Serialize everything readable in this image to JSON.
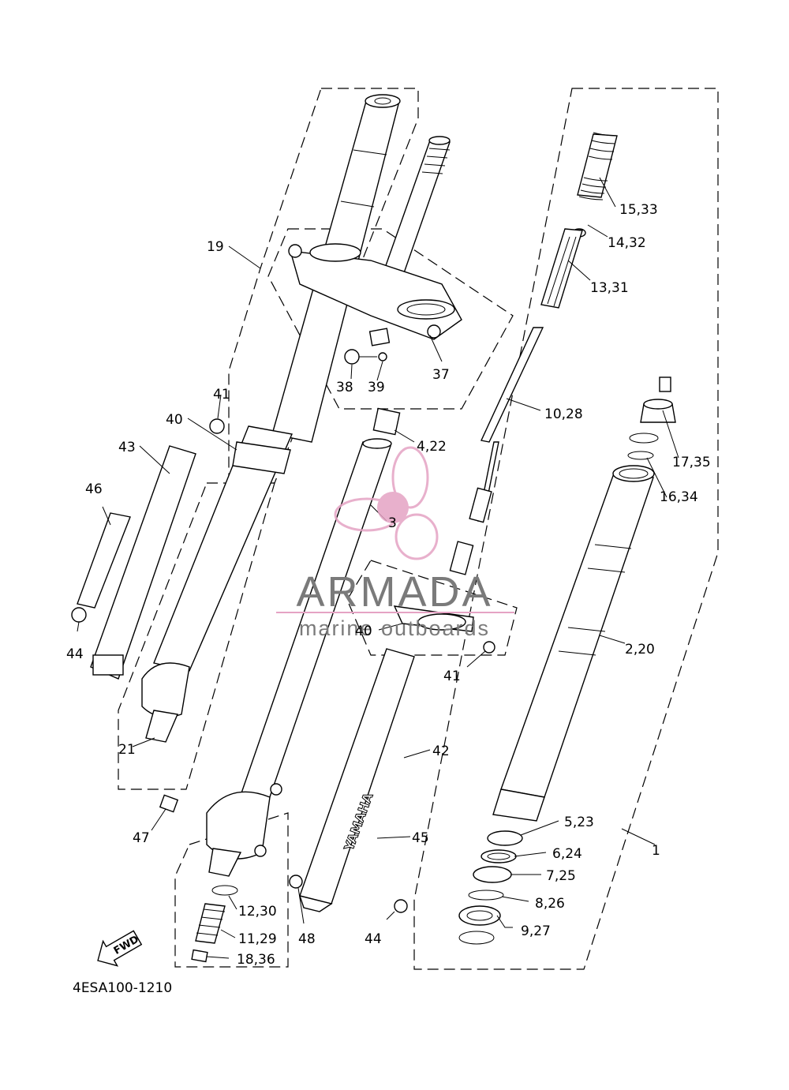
{
  "diagram_code": "4ESA100-1210",
  "direction_marker": "FWD",
  "fork_logo_text": "YAMAHA",
  "watermark": {
    "brand": "ARMADA",
    "tagline": "marine outboards",
    "brand_color": "#7a7a7a",
    "accent_color": "#e5a3c4"
  },
  "callouts": [
    {
      "id": "c1",
      "label": "1"
    },
    {
      "id": "c2",
      "label": "2,20"
    },
    {
      "id": "c3",
      "label": "3"
    },
    {
      "id": "c4",
      "label": "4,22"
    },
    {
      "id": "c5",
      "label": "5,23"
    },
    {
      "id": "c6",
      "label": "6,24"
    },
    {
      "id": "c7",
      "label": "7,25"
    },
    {
      "id": "c8",
      "label": "8,26"
    },
    {
      "id": "c9",
      "label": "9,27"
    },
    {
      "id": "c10",
      "label": "10,28"
    },
    {
      "id": "c11",
      "label": "11,29"
    },
    {
      "id": "c12",
      "label": "12,30"
    },
    {
      "id": "c13",
      "label": "13,31"
    },
    {
      "id": "c14",
      "label": "14,32"
    },
    {
      "id": "c15",
      "label": "15,33"
    },
    {
      "id": "c16",
      "label": "16,34"
    },
    {
      "id": "c17",
      "label": "17,35"
    },
    {
      "id": "c18",
      "label": "18,36"
    },
    {
      "id": "c19",
      "label": "19"
    },
    {
      "id": "c21",
      "label": "21"
    },
    {
      "id": "c37",
      "label": "37"
    },
    {
      "id": "c38",
      "label": "38"
    },
    {
      "id": "c39",
      "label": "39"
    },
    {
      "id": "c40a",
      "label": "40"
    },
    {
      "id": "c40b",
      "label": "40"
    },
    {
      "id": "c41a",
      "label": "41"
    },
    {
      "id": "c41b",
      "label": "41"
    },
    {
      "id": "c42",
      "label": "42"
    },
    {
      "id": "c43",
      "label": "43"
    },
    {
      "id": "c44a",
      "label": "44"
    },
    {
      "id": "c44b",
      "label": "44"
    },
    {
      "id": "c45",
      "label": "45"
    },
    {
      "id": "c46",
      "label": "46"
    },
    {
      "id": "c47",
      "label": "47"
    },
    {
      "id": "c48",
      "label": "48"
    }
  ]
}
